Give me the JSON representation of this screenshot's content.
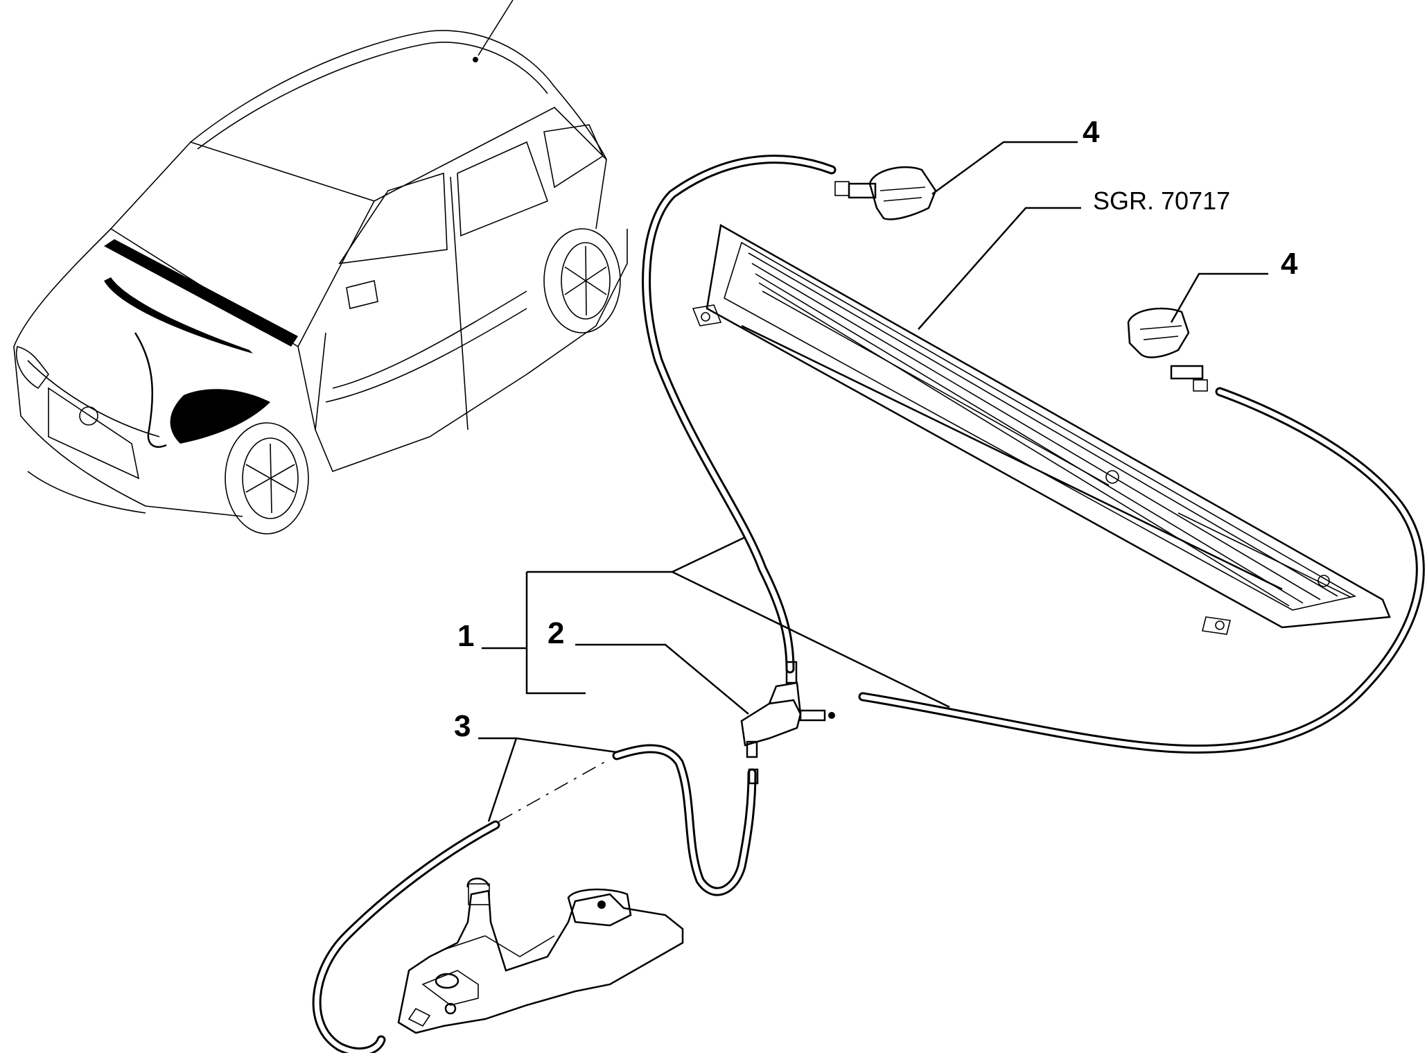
{
  "callouts": [
    {
      "id": "1",
      "label": "1"
    },
    {
      "id": "2",
      "label": "2"
    },
    {
      "id": "3",
      "label": "3"
    },
    {
      "id": "4a",
      "label": "4"
    },
    {
      "id": "4b",
      "label": "4"
    }
  ],
  "reference": {
    "label": "SGR. 70717"
  },
  "parts": {
    "1": "washer-hose-assembly",
    "2": "three-way-connector",
    "3": "pump-hose",
    "4": "washer-jet-nozzle"
  }
}
